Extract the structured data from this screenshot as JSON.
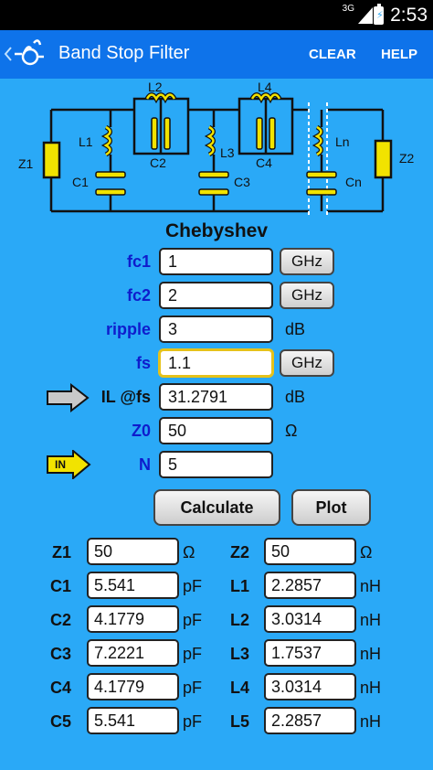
{
  "status": {
    "network": "3G",
    "time": "2:53"
  },
  "app_bar": {
    "title": "Band Stop Filter",
    "clear_label": "CLEAR",
    "help_label": "HELP"
  },
  "circuit": {
    "labels": {
      "z1": "Z1",
      "z2": "Z2",
      "l1": "L1",
      "c1": "C1",
      "l2": "L2",
      "c2": "C2",
      "l3": "L3",
      "c3": "C3",
      "l4": "L4",
      "c4": "C4",
      "ln": "Ln",
      "cn": "Cn"
    },
    "colors": {
      "component": "#f2e300",
      "wire": "#111111"
    }
  },
  "form": {
    "heading": "Chebyshev",
    "fc1": {
      "label": "fc1",
      "value": "1",
      "unit": "GHz"
    },
    "fc2": {
      "label": "fc2",
      "value": "2",
      "unit": "GHz"
    },
    "ripple": {
      "label": "ripple",
      "value": "3",
      "unit": "dB"
    },
    "fs": {
      "label": "fs",
      "value": "1.1",
      "unit": "GHz"
    },
    "il": {
      "label": "IL @fs",
      "value": "31.2791",
      "unit": "dB"
    },
    "z0": {
      "label": "Z0",
      "value": "50",
      "unit": "Ω"
    },
    "n": {
      "label": "N",
      "value": "5",
      "badge": "IN"
    }
  },
  "buttons": {
    "calculate": "Calculate",
    "plot": "Plot"
  },
  "results": {
    "left": [
      {
        "label": "Z1",
        "value": "50",
        "unit": "Ω"
      },
      {
        "label": "C1",
        "value": "5.541",
        "unit": "pF"
      },
      {
        "label": "C2",
        "value": "4.1779",
        "unit": "pF"
      },
      {
        "label": "C3",
        "value": "7.2221",
        "unit": "pF"
      },
      {
        "label": "C4",
        "value": "4.1779",
        "unit": "pF"
      },
      {
        "label": "C5",
        "value": "5.541",
        "unit": "pF"
      }
    ],
    "right": [
      {
        "label": "Z2",
        "value": "50",
        "unit": "Ω"
      },
      {
        "label": "L1",
        "value": "2.2857",
        "unit": "nH"
      },
      {
        "label": "L2",
        "value": "3.0314",
        "unit": "nH"
      },
      {
        "label": "L3",
        "value": "1.7537",
        "unit": "nH"
      },
      {
        "label": "L4",
        "value": "3.0314",
        "unit": "nH"
      },
      {
        "label": "L5",
        "value": "2.2857",
        "unit": "nH"
      }
    ]
  },
  "colors": {
    "background": "#2aa9f7",
    "action_bar": "#0e73ea",
    "label_blue": "#0f1ccc"
  }
}
